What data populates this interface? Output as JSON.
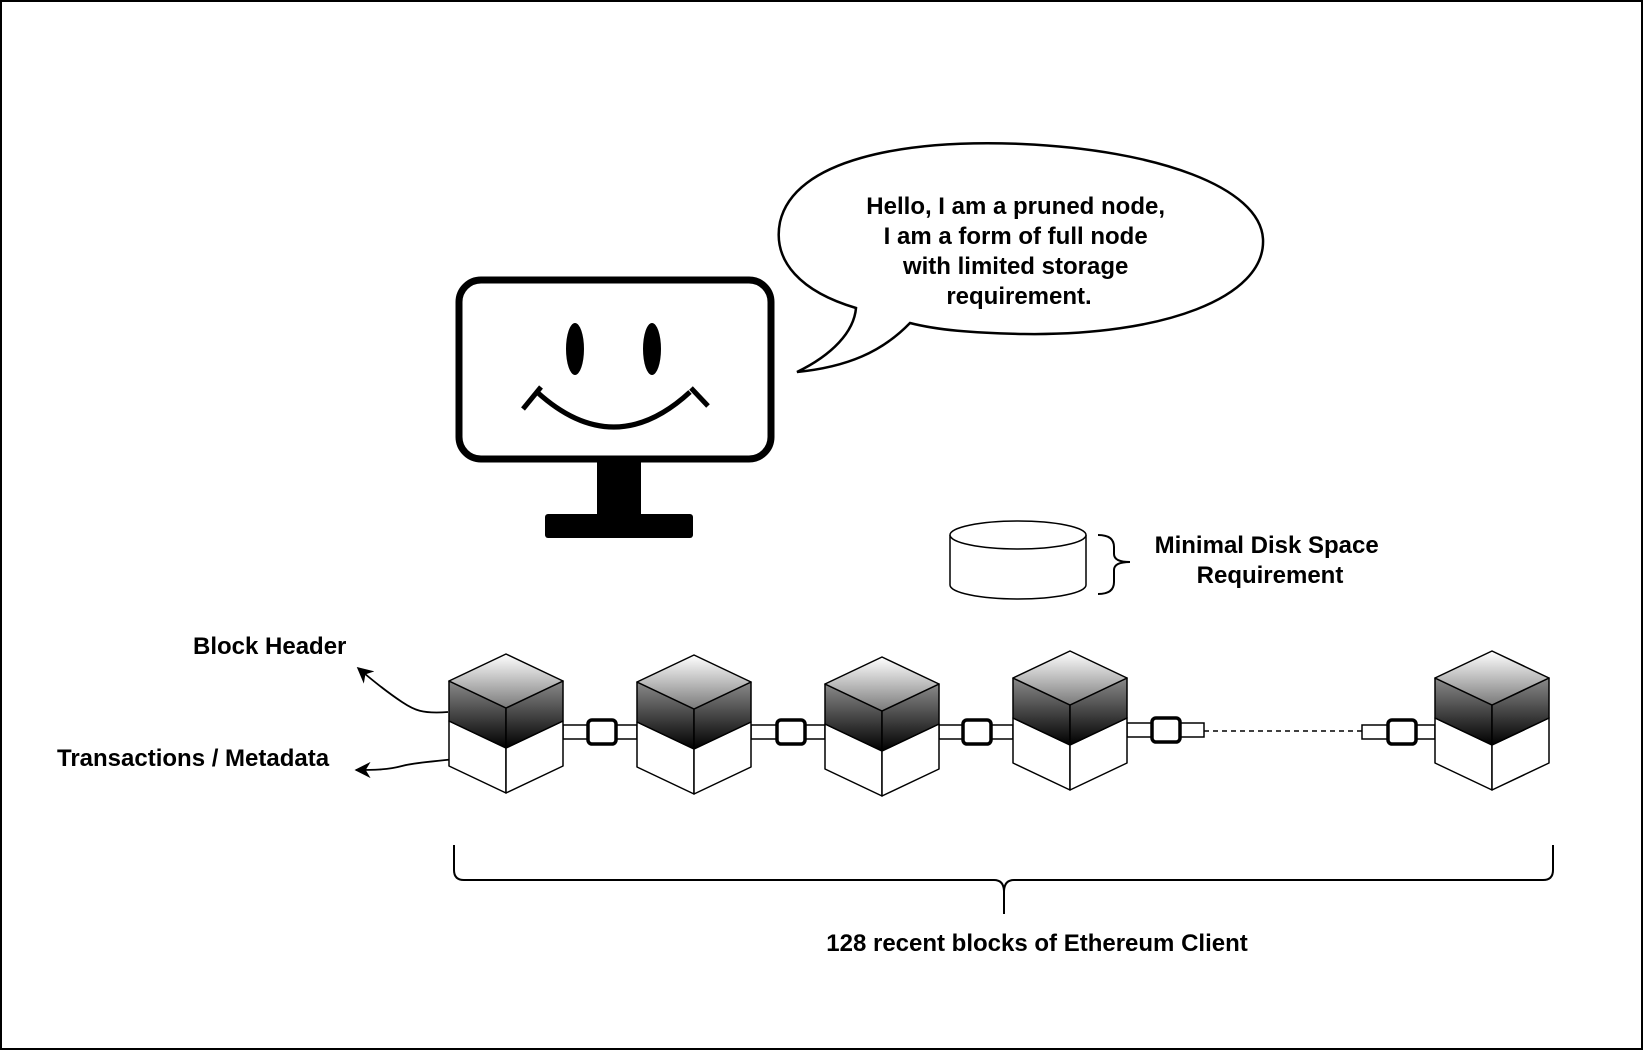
{
  "speech_bubble": {
    "lines": [
      "Hello, I am a pruned node,",
      "I am a form of full node",
      "with limited storage",
      "requirement."
    ]
  },
  "disk_label": {
    "lines": [
      "Minimal Disk Space",
      "Requirement"
    ]
  },
  "block_header_label": "Block Header",
  "transactions_label": "Transactions / Metadata",
  "chain_label": "128 recent blocks of Ethereum Client",
  "colors": {
    "line": "#000000",
    "background": "#ffffff",
    "header_gradient_top": "#ffffff",
    "header_gradient_bottom": "#000000"
  }
}
